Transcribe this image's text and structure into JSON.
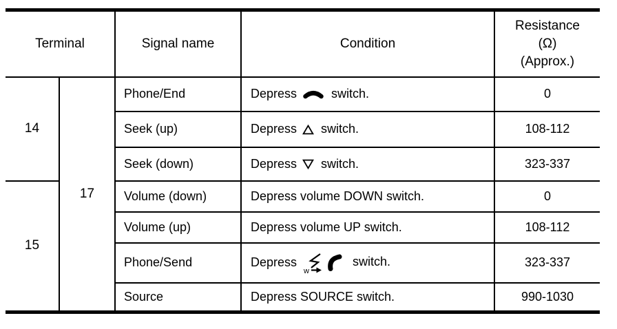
{
  "colors": {
    "background": "#ffffff",
    "line": "#000000",
    "text": "#000000"
  },
  "table": {
    "header": {
      "terminal": "Terminal",
      "signal_name": "Signal name",
      "condition": "Condition",
      "resistance_lines": [
        "Resistance",
        "(Ω)",
        "(Approx.)"
      ]
    },
    "terminal_col1": [
      {
        "label": "14",
        "rowspan": 3
      },
      {
        "label": "15",
        "rowspan": 4
      }
    ],
    "terminal_col2": {
      "label": "17",
      "rowspan": 7
    },
    "rows": [
      {
        "signal": "Phone/End",
        "condition": {
          "prefix": "Depress",
          "icons": [
            "phone-end-icon"
          ],
          "suffix": "switch."
        },
        "resistance": "0"
      },
      {
        "signal": "Seek (up)",
        "condition": {
          "prefix": "Depress",
          "icons": [
            "seek-up-icon"
          ],
          "suffix": "switch."
        },
        "resistance": "108-112"
      },
      {
        "signal": "Seek (down)",
        "condition": {
          "prefix": "Depress",
          "icons": [
            "seek-down-icon"
          ],
          "suffix": "switch."
        },
        "resistance": "323-337"
      },
      {
        "signal": "Volume (down)",
        "condition": {
          "text": "Depress volume DOWN switch."
        },
        "resistance": "0"
      },
      {
        "signal": "Volume (up)",
        "condition": {
          "text": "Depress volume UP switch."
        },
        "resistance": "108-112"
      },
      {
        "signal": "Phone/Send",
        "condition": {
          "prefix": "Depress",
          "icons": [
            "voice-command-icon",
            "phone-send-icon"
          ],
          "suffix": "switch."
        },
        "resistance": "323-337"
      },
      {
        "signal": "Source",
        "condition": {
          "text": "Depress SOURCE switch."
        },
        "resistance": "990-1030"
      }
    ]
  }
}
